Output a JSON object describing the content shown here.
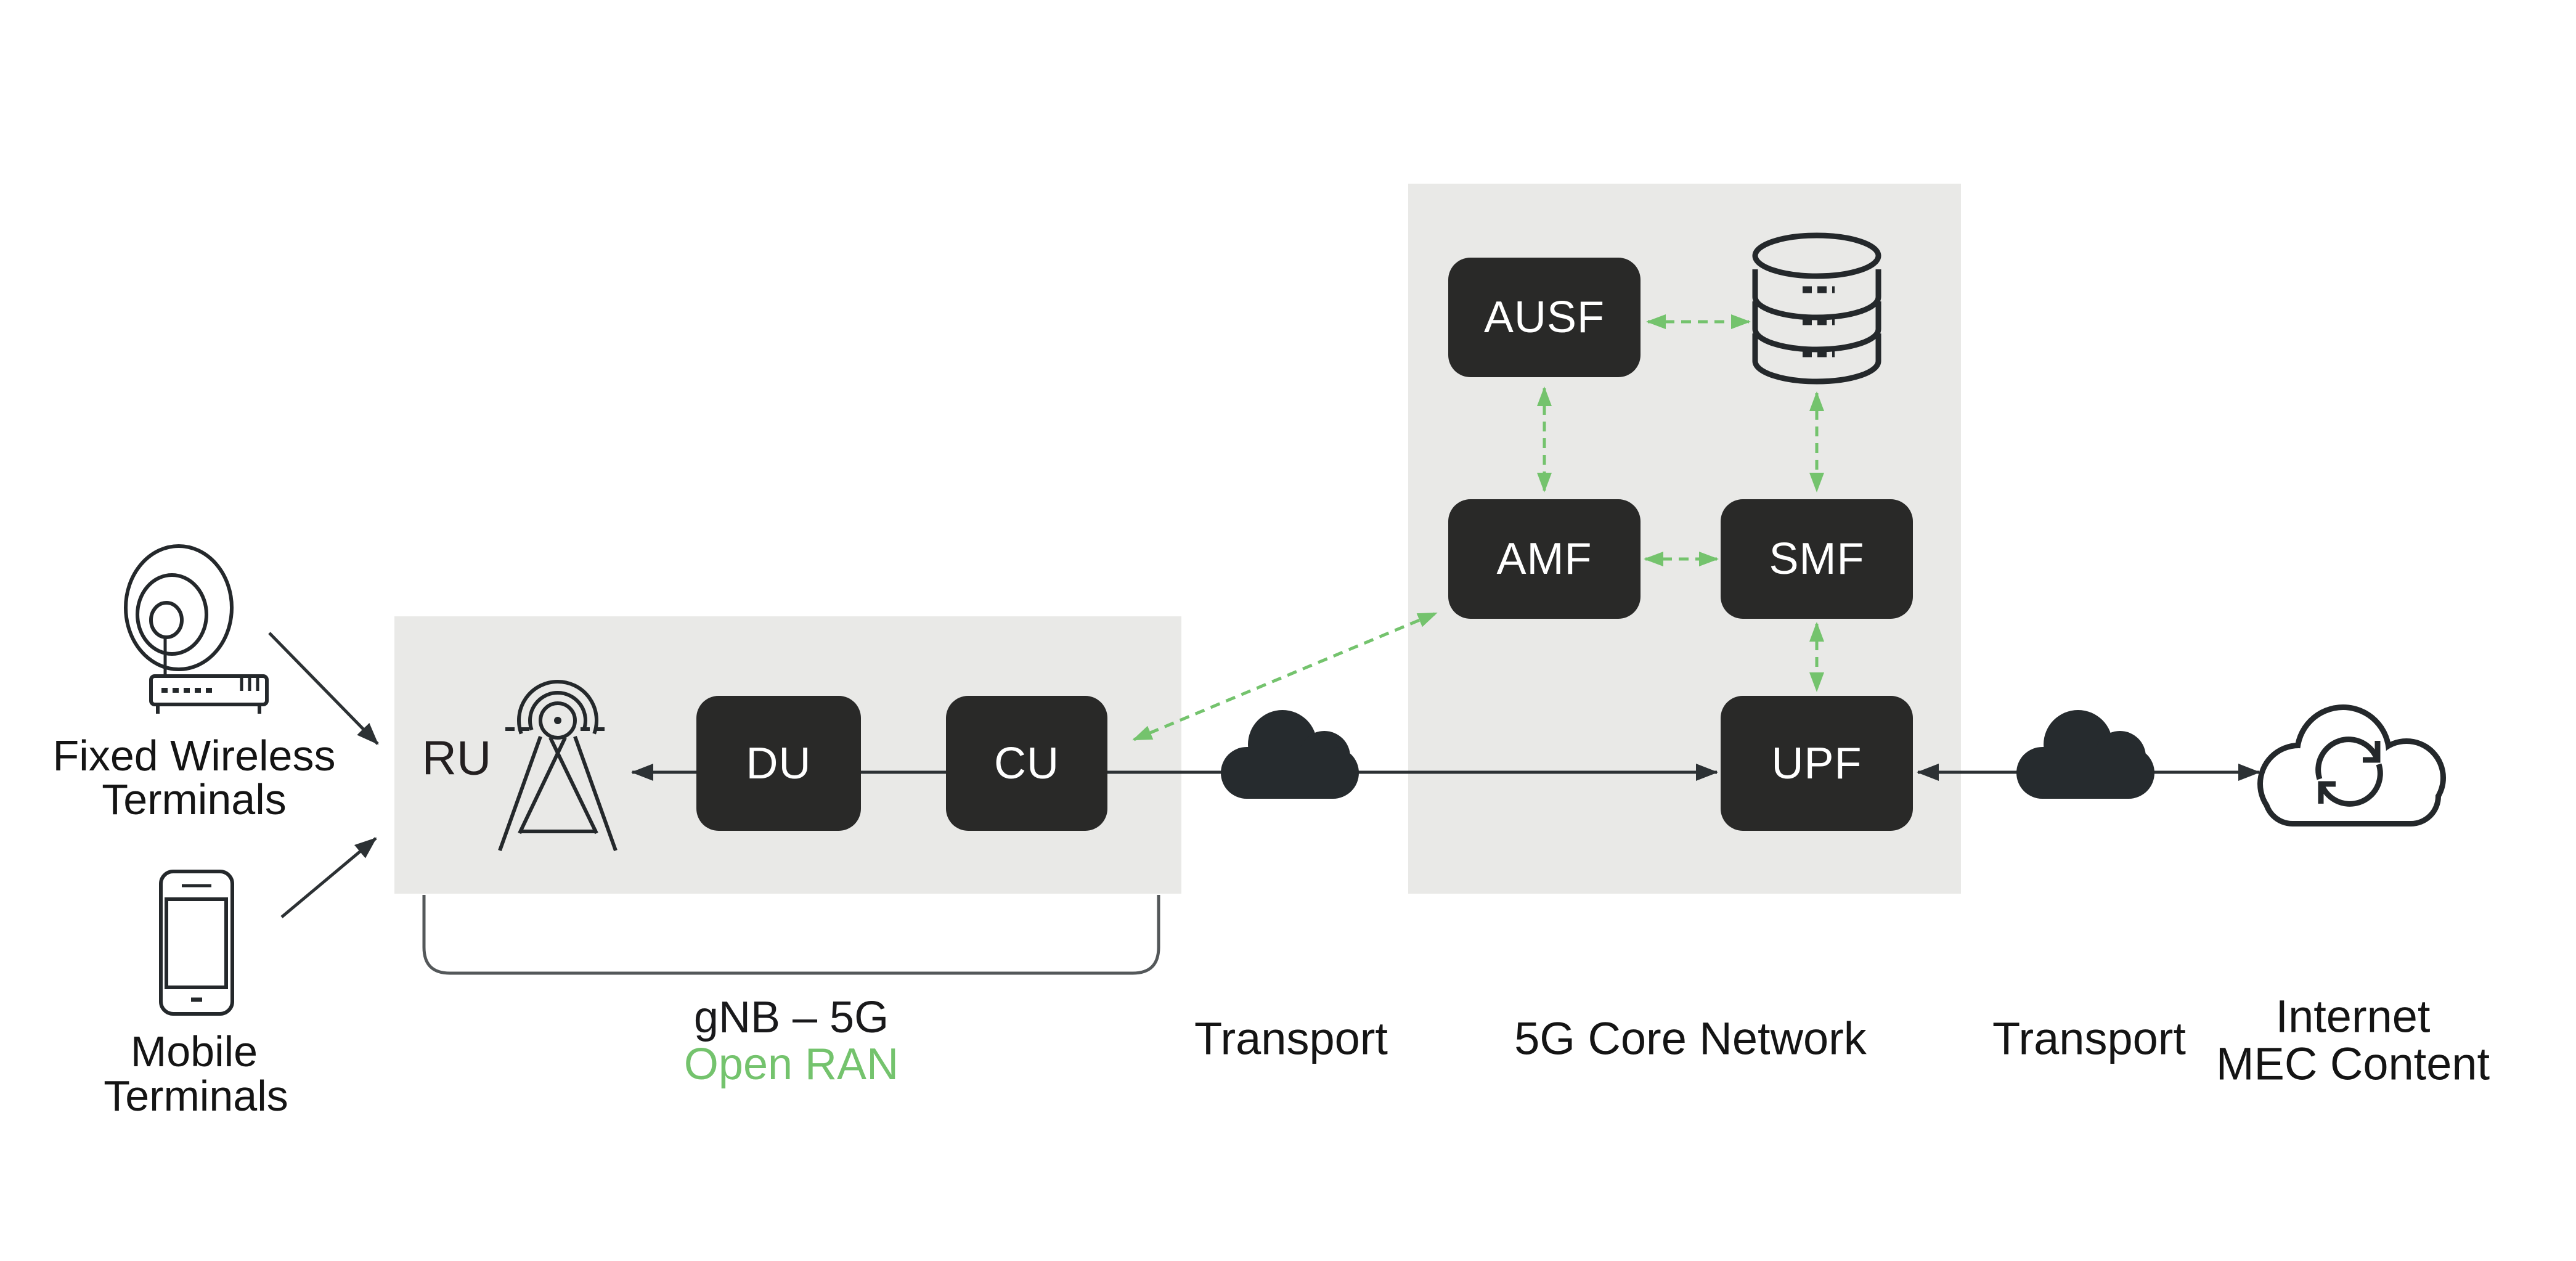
{
  "colors": {
    "panel_gray": "#e9e9e7",
    "box_dark": "#292928",
    "cloud_dark": "#262b2e",
    "line_black": "#2c3134",
    "accent_green": "#74c36d",
    "text_black": "#141414"
  },
  "terminals": {
    "fixed": {
      "icon": "satellite-dish-icon",
      "label_line1": "Fixed Wireless",
      "label_line2": "Terminals"
    },
    "mobile": {
      "icon": "smartphone-icon",
      "label_line1": "Mobile",
      "label_line2": "Terminals"
    }
  },
  "ran": {
    "ru_label": "RU",
    "ru_icon": "radio-tower-icon",
    "du_label": "DU",
    "cu_label": "CU",
    "group_label": "gNB – 5G",
    "group_sublabel": "Open RAN"
  },
  "core": {
    "label": "5G Core Network",
    "ausf_label": "AUSF",
    "amf_label": "AMF",
    "smf_label": "SMF",
    "upf_label": "UPF",
    "db_icon": "database-icon"
  },
  "transport": {
    "left_label": "Transport",
    "right_label": "Transport",
    "icon": "cloud-icon"
  },
  "internet": {
    "icon": "cloud-sync-icon",
    "label_line1": "Internet",
    "label_line2": "MEC Content"
  }
}
